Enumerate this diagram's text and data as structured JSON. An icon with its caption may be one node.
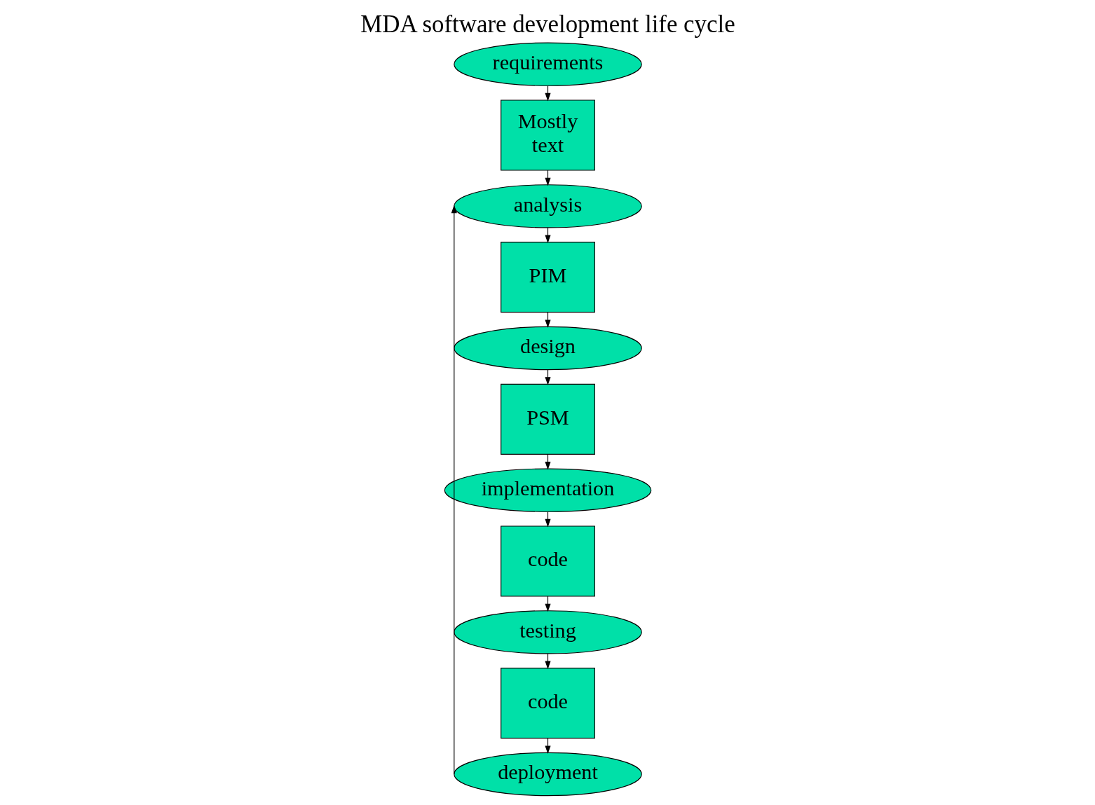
{
  "diagram": {
    "title": "MDA software development life cycle",
    "nodes": [
      {
        "text": [
          "requirements"
        ]
      },
      {
        "text": [
          "analysis"
        ]
      },
      {
        "text": [
          "design"
        ]
      },
      {
        "text": [
          "implementation"
        ]
      },
      {
        "text": [
          "testing"
        ]
      },
      {
        "text": [
          "deployment"
        ]
      },
      {
        "text": [
          "Mostly text"
        ]
      },
      {
        "text": [
          "PIM"
        ]
      },
      {
        "text": [
          "PSM"
        ]
      },
      {
        "text": [
          "code"
        ]
      },
      {
        "text": [
          "code"
        ]
      }
    ],
    "edges": [
      {
        "from": 0,
        "to": 6,
        "arrow": "to"
      },
      {
        "from": 6,
        "to": 1,
        "arrow": "to"
      },
      {
        "from": 1,
        "to": 7,
        "arrow": "to"
      },
      {
        "from": 7,
        "to": 2,
        "arrow": "to"
      },
      {
        "from": 2,
        "to": 8,
        "arrow": "to"
      },
      {
        "from": 8,
        "to": 3,
        "arrow": "to"
      },
      {
        "from": 3,
        "to": 9,
        "arrow": "to"
      },
      {
        "from": 9,
        "to": 4,
        "arrow": "to"
      },
      {
        "from": 4,
        "to": 10,
        "arrow": "to"
      },
      {
        "from": 10,
        "to": 5,
        "arrow": "to"
      },
      {
        "from": 5,
        "to": 1,
        "arrow": "to"
      }
    ]
  }
}
